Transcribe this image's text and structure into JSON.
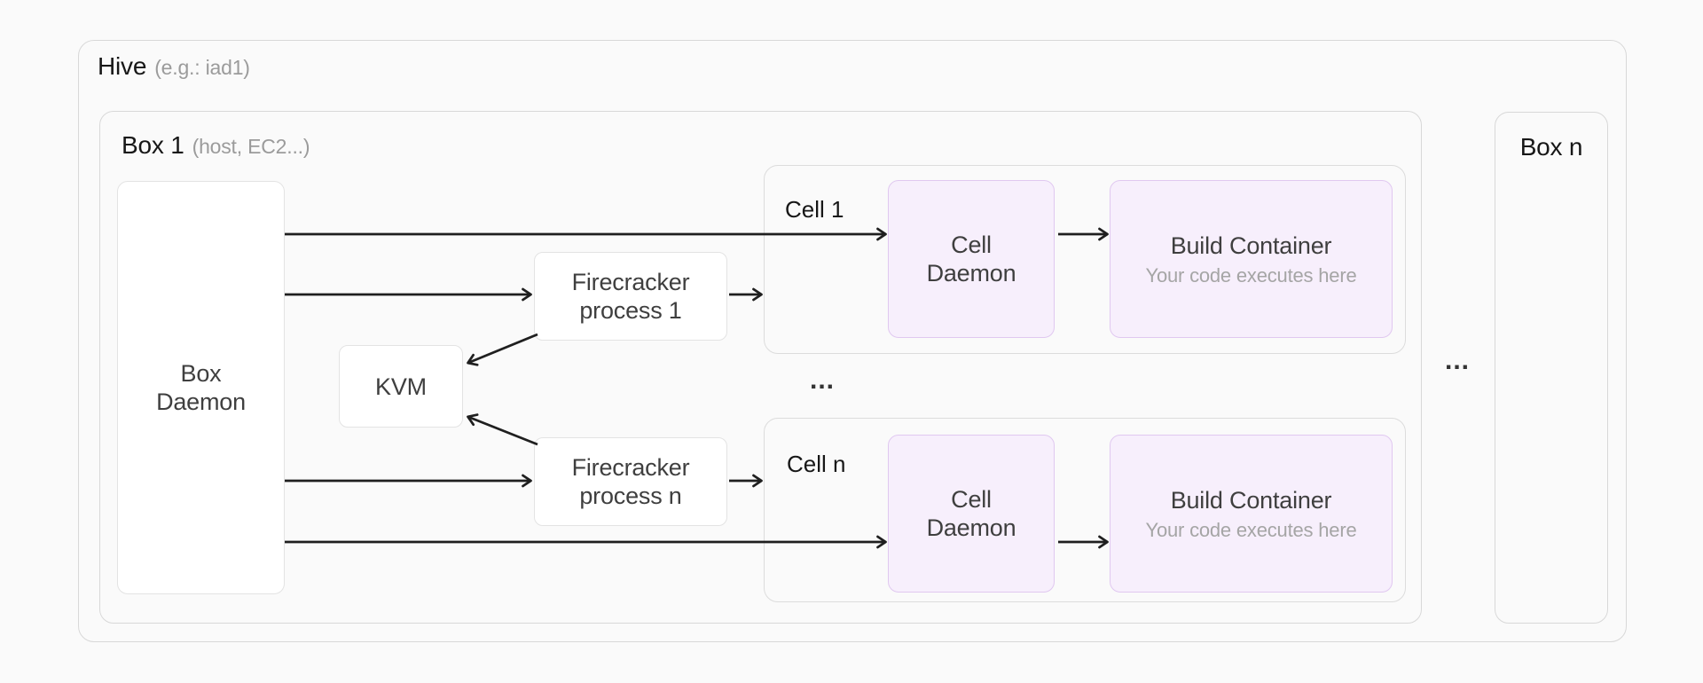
{
  "hive": {
    "title": "Hive",
    "subtitle": "(e.g.: iad1)"
  },
  "box1": {
    "title": "Box 1",
    "subtitle": "(host, EC2...)"
  },
  "boxn": {
    "title": "Box n"
  },
  "box_daemon": {
    "line1": "Box",
    "line2": "Daemon"
  },
  "kvm": {
    "label": "KVM"
  },
  "firecracker1": {
    "line1": "Firecracker",
    "line2": "process 1"
  },
  "firecrackern": {
    "line1": "Firecracker",
    "line2": "process n"
  },
  "cell1": {
    "title": "Cell 1",
    "daemon_line1": "Cell",
    "daemon_line2": "Daemon",
    "build_title": "Build Container",
    "build_subtitle": "Your code executes here"
  },
  "celln": {
    "title": "Cell n",
    "daemon_line1": "Cell",
    "daemon_line2": "Daemon",
    "build_title": "Build Container",
    "build_subtitle": "Your code executes here"
  },
  "cells_ellipsis": "...",
  "boxes_ellipsis": "...",
  "colors": {
    "background": "#fafafa",
    "container-border": "#d8d8d8",
    "cell-border": "#dcdcdc",
    "node-border": "#e3e3e3",
    "purple-fill": "#f7effc",
    "purple-border": "#e0c8f0",
    "arrow": "#1f1f1f",
    "title-text": "#171717",
    "label-text": "#3f3f3f",
    "muted-text": "#9b9b9b"
  }
}
